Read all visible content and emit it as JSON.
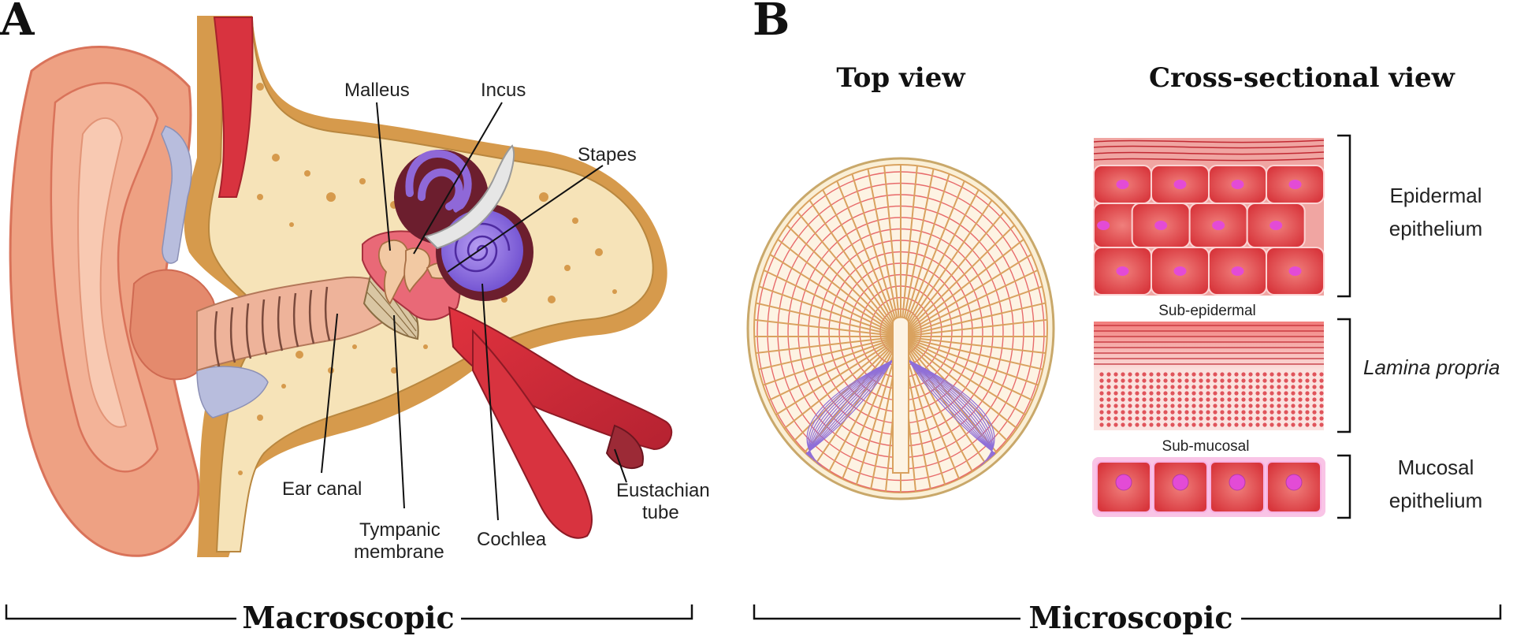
{
  "panels": {
    "a": {
      "letter": "A",
      "labels": {
        "malleus": "Malleus",
        "incus": "Incus",
        "stapes": "Stapes",
        "ear_canal": "Ear canal",
        "tympanic_line1": "Tympanic",
        "tympanic_line2": "membrane",
        "cochlea": "Cochlea",
        "eustachian_line1": "Eustachian",
        "eustachian_line2": "tube"
      },
      "scale_label": "Macroscopic"
    },
    "b": {
      "letter": "B",
      "top_view_title": "Top view",
      "cross_section_title": "Cross-sectional view",
      "labels": {
        "epidermal_line1": "Epidermal",
        "epidermal_line2": "epithelium",
        "sub_epidermal": "Sub-epidermal",
        "lamina_propria": "Lamina propria",
        "sub_mucosal": "Sub-mucosal",
        "mucosal_line1": "Mucosal",
        "mucosal_line2": "epithelium"
      },
      "scale_label": "Microscopic"
    }
  },
  "colors": {
    "skin": "#eea183",
    "skin_dark": "#d9735a",
    "bone": "#f6e3b8",
    "bone_edge": "#d69a4c",
    "muscle": "#d8333f",
    "inner_ear": "#8f68d8",
    "inner_ear_dark": "#6c1e2e",
    "tissue_red": "#e4484c",
    "nucleus": "#e34bd6",
    "fiber": "#d9a25f"
  }
}
